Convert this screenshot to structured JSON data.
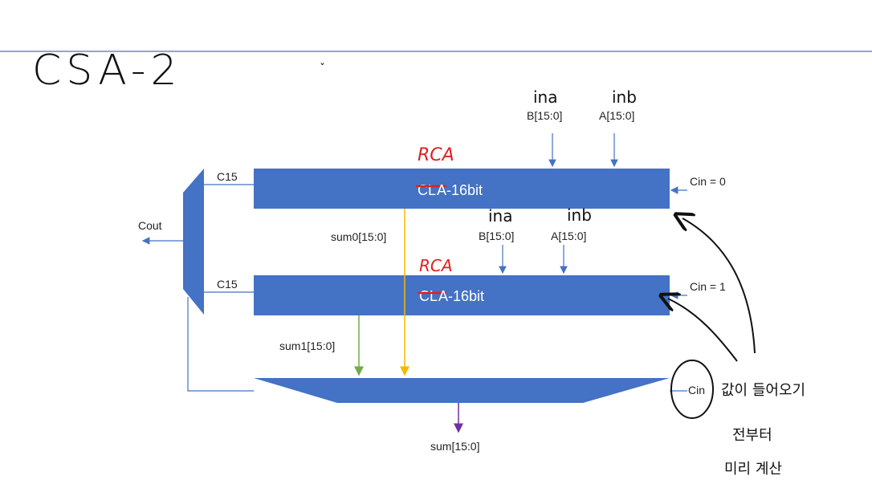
{
  "title": "CSA-2",
  "top_block": {
    "label_struck": "CL",
    "label_rest": "A-16bit",
    "correction": "RCA",
    "carry_out": "C15",
    "cin": "Cin = 0",
    "input_b": "B[15:0]",
    "input_a": "A[15:0]",
    "hand_b": "ina",
    "hand_a": "inb"
  },
  "bottom_block": {
    "label_struck": "CL",
    "label_rest": "A-16bit",
    "correction": "RCA",
    "carry_out": "C15",
    "cin": "Cin = 1",
    "input_b": "B[15:0]",
    "input_a": "A[15:0]",
    "hand_b": "ina",
    "hand_a": "inb"
  },
  "mux": {
    "output": "Cout"
  },
  "signals": {
    "sum0": "sum0[15:0]",
    "sum1": "sum1[15:0]",
    "sum": "sum[15:0]"
  },
  "select_mux": {
    "cin": "Cin"
  },
  "handwritten_note": [
    "값이 들어오기",
    "전부터",
    "미리 계산"
  ],
  "colors": {
    "block": "#4472c4",
    "wire": "#4472c4",
    "sum0_wire": "#f5b800",
    "sum1_wire": "#70ad47",
    "sum_wire": "#7030a0",
    "annotation_red": "#e02020"
  }
}
